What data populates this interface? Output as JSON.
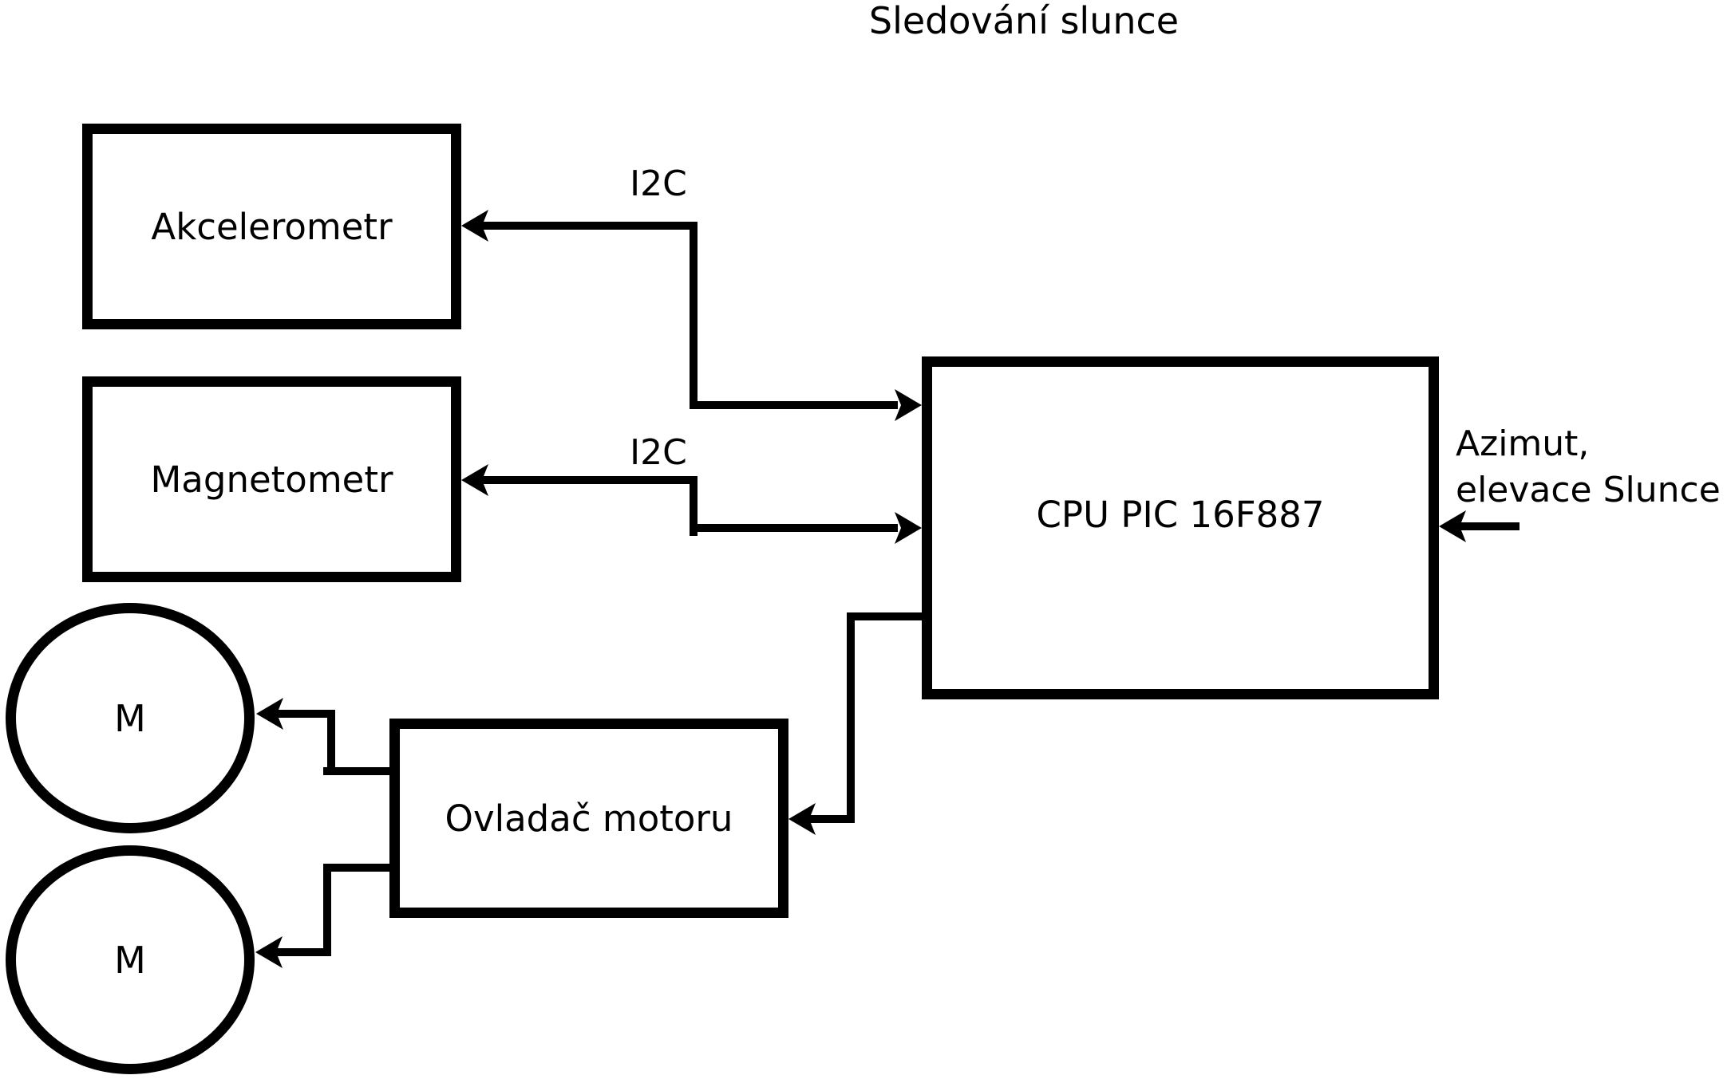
{
  "title": "Sledování slunce",
  "colors": {
    "stroke": "#000000",
    "background": "#ffffff",
    "text": "#000000"
  },
  "blocks": {
    "akcelerometr": {
      "label": "Akcelerometr"
    },
    "magnetometr": {
      "label": "Magnetometr"
    },
    "cpu": {
      "label": "CPU PIC 16F887"
    },
    "ovladac_motoru": {
      "label": "Ovladač motoru"
    },
    "motor_1": {
      "label": "M"
    },
    "motor_2": {
      "label": "M"
    }
  },
  "labels": {
    "i2c_akcelerometr": "I2C",
    "i2c_magnetometr": "I2C",
    "azimut_line_1": "Azimut,",
    "azimut_line_2": "elevace Slunce"
  },
  "connections": [
    {
      "between": [
        "CPU PIC 16F887",
        "Akcelerometr"
      ],
      "label": "I2C",
      "arrows": "both-ends"
    },
    {
      "between": [
        "CPU PIC 16F887",
        "Magnetometr"
      ],
      "label": "I2C",
      "arrows": "both-ends"
    },
    {
      "between": [
        "CPU PIC 16F887",
        "Ovladač motoru"
      ],
      "label": "",
      "arrows": "into Ovladač motoru"
    },
    {
      "between": [
        "Ovladač motoru",
        "M (motor 1)"
      ],
      "label": "",
      "arrows": "into M (motor 1)"
    },
    {
      "between": [
        "Ovladač motoru",
        "M (motor 2)"
      ],
      "label": "",
      "arrows": "into M (motor 2)"
    },
    {
      "between": [
        "Azimut, elevace Slunce (external input)",
        "CPU PIC 16F887"
      ],
      "label": "",
      "arrows": "into CPU PIC 16F887"
    }
  ]
}
